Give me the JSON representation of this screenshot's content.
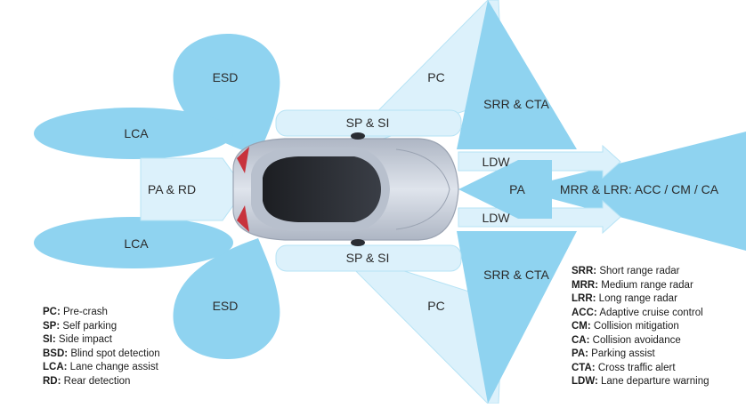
{
  "zones": {
    "esd_top": "ESD",
    "esd_bottom": "ESD",
    "lca_top": "LCA",
    "lca_bottom": "LCA",
    "pa_rd": "PA & RD",
    "pc_top": "PC",
    "pc_bottom": "PC",
    "sp_si_top": "SP & SI",
    "sp_si_bottom": "SP & SI",
    "srr_cta_top": "SRR & CTA",
    "srr_cta_bottom": "SRR & CTA",
    "ldw_top": "LDW",
    "ldw_bottom": "LDW",
    "pa_front": "PA",
    "mrr_lrr": "MRR & LRR: ACC / CM / CA"
  },
  "colors": {
    "zone_fill": "#8fd3f0",
    "light_fill": "#dcf1fb",
    "outline": "#b6e3f5",
    "car_body": "#c7cfdc",
    "car_glass": "#2a2d33",
    "tail_light": "#c8323c"
  },
  "legend_left": [
    {
      "abbr": "PC:",
      "text": "Pre-crash"
    },
    {
      "abbr": "SP:",
      "text": "Self parking"
    },
    {
      "abbr": "SI:",
      "text": "Side impact"
    },
    {
      "abbr": "BSD:",
      "text": "Blind spot detection"
    },
    {
      "abbr": "LCA:",
      "text": "Lane change assist"
    },
    {
      "abbr": "RD:",
      "text": "Rear detection"
    }
  ],
  "legend_right": [
    {
      "abbr": "SRR:",
      "text": "Short range radar"
    },
    {
      "abbr": "MRR:",
      "text": "Medium range radar"
    },
    {
      "abbr": "LRR:",
      "text": "Long range radar"
    },
    {
      "abbr": "ACC:",
      "text": "Adaptive cruise control"
    },
    {
      "abbr": "CM:",
      "text": "Collision mitigation"
    },
    {
      "abbr": "CA:",
      "text": "Collision avoidance"
    },
    {
      "abbr": "PA:",
      "text": "Parking assist"
    },
    {
      "abbr": "CTA:",
      "text": "Cross traffic alert"
    },
    {
      "abbr": "LDW:",
      "text": "Lane departure warning"
    }
  ]
}
